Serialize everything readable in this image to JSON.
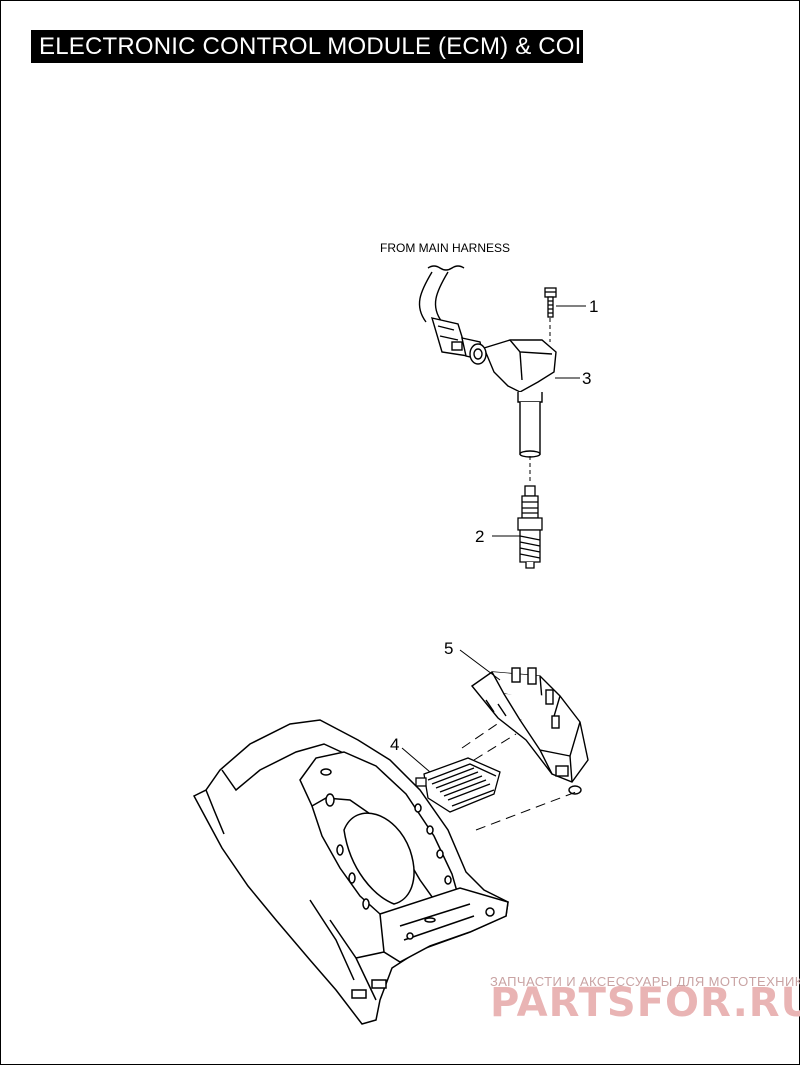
{
  "header": {
    "title": "ELECTRONIC CONTROL MODULE (ECM) & COIL"
  },
  "diagram": {
    "harness_label": "FROM MAIN HARNESS",
    "callouts": [
      "1",
      "2",
      "3",
      "4",
      "5"
    ]
  },
  "watermark": {
    "tagline": "ЗАПЧАСТИ И АКСЕССУАРЫ ДЛЯ МОТОТЕХНИКИ",
    "brand": "PARTSFOR.RU"
  },
  "colors": {
    "title_background": "#000000",
    "title_text": "#ffffff",
    "line_art": "#000000",
    "watermark": "#e9b4b4"
  }
}
